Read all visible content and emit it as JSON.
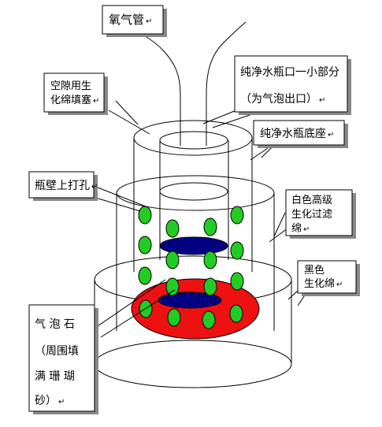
{
  "labels": {
    "oxygen_tube": "氧气管",
    "gap_filler_1": "空隙用生",
    "gap_filler_2": "化绵填塞",
    "bottle_mouth_1": "纯净水瓶口一小部分",
    "bottle_mouth_2": "（为气泡出口）",
    "bottle_base": "纯净水瓶底座",
    "wall_holes": "瓶壁上打孔",
    "white_sponge_1": "白色高级",
    "white_sponge_2": "生化过滤",
    "white_sponge_3": "绵",
    "black_sponge_1": "黑色",
    "black_sponge_2": "生化绵",
    "airstone_1": "气 泡 石",
    "airstone_2": "（周围填",
    "airstone_3": "满 珊 瑚",
    "airstone_4": "砂）"
  },
  "return_mark": "↵",
  "colors": {
    "hole_green": "#22cc22",
    "disc_blue": "#000080",
    "ring_red": "#ee1111",
    "outline": "#000000"
  }
}
